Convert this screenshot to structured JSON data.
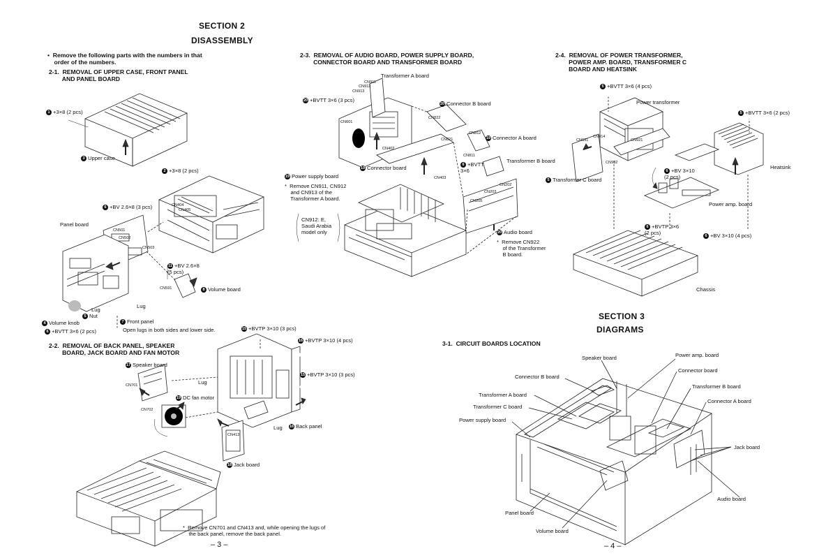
{
  "section2": {
    "heading": "SECTION 2",
    "title": "DISASSEMBLY"
  },
  "intro": "•  Remove the following parts with the numbers in that\n    order of the numbers.",
  "s21": {
    "heading": "2-1.  REMOVAL OF UPPER CASE, FRONT PANEL\n        AND PANEL BOARD",
    "labels": {
      "screw1": "+3×8 (2 pcs)",
      "upper_case": "Upper case",
      "screw2": "+3×8 (2 pcs)",
      "bv26": "+BV 2.6×8 (3 pcs)",
      "panel_board": "Panel board",
      "cn404": "CN404",
      "cn405": "CN405",
      "cn501": "CN501",
      "cn502": "CN502",
      "cn503": "CN503",
      "bv26b": "+BV 2.6×8\n(5 pcs)",
      "cn591": "CN591",
      "volume_board": "Volume board",
      "lug1": "Lug",
      "lug2": "Lug",
      "nut": "Nut",
      "volume_knob": "Volume knob",
      "front_panel": "Front panel",
      "bvtt36": "+BVTT 3×6 (2 pcs)",
      "open_lugs": "Open lugs in both sides and lower side."
    }
  },
  "s22": {
    "heading": "2-2.  REMOVAL OF BACK PANEL, SPEAKER\n        BOARD, JACK BOARD AND FAN MOTOR",
    "labels": {
      "bvtp1": "+BVTP 3×10 (3 pcs)",
      "bvtp2": "+BVTP 3×10 (4 pcs)",
      "bvtp3": "+BVTP 3×10 (3 pcs)",
      "speaker_board": "Speaker board",
      "cn701": "CN701",
      "cn702": "CN702",
      "dc_fan": "DC fan motor",
      "lug1": "Lug",
      "lug2": "Lug",
      "back_panel": "Back panel",
      "cn413": "CN413",
      "jack_board": "Jack board"
    },
    "note": "*  Remove CN701 and CN413 and, while opening the lugs of\n    the back panel, remove the back panel."
  },
  "s23": {
    "heading": "2-3.  REMOVAL OF AUDIO BOARD, POWER SUPPLY BOARD,\n        CONNECTOR BOARD AND TRANSFORMER BOARD",
    "labels": {
      "transformer_a": "Transformer A board",
      "cn911": "CN911",
      "cn912": "CN912",
      "cn913": "CN913",
      "bvtt36": "+BVTT 3×6 (3 pcs)",
      "connector_b": "Connector B board",
      "cn822": "CN822",
      "cn821": "CN821",
      "cn812": "CN812",
      "connector_a": "Connector A board",
      "cn811": "CN811",
      "bvtt36b": "+BVTT\n3×6",
      "transformer_b": "Transformer B board",
      "cn601": "CN601",
      "cn402": "CN402",
      "connector_board": "Connector board",
      "cn403": "CN403",
      "cn202": "CN202",
      "cn203": "CN203",
      "cn205": "CN205",
      "power_supply": "Power supply board",
      "audio_board": "Audio board"
    },
    "note1": "*  Remove CN911, CN912\n    and CN913 of the\n    Transformer A board.",
    "note2": "CN912: E,\nSaudi Arabia\nmodel only",
    "note3": "*  Remove CN922\n    of the Transformer\n    B board."
  },
  "s24": {
    "heading": "2-4.  REMOVAL OF POWER TRANSFORMER,\n        POWER AMP. BOARD, TRANSFORMER C\n        BOARD AND HEATSINK",
    "labels": {
      "bvtt36": "+BVTT 3×6 (4 pcs)",
      "power_transformer": "Power transformer",
      "bvtt36b": "+BVTT 3×6 (2 pcs)",
      "cn914": "CN914",
      "cn921": "CN921",
      "cn931": "CN931",
      "cn932": "CN932",
      "heatsink": "Heatsink",
      "transformer_c": "Transformer C board",
      "bv310": "+BV 3×10\n(2 pcs)",
      "power_amp": "Power amp. board",
      "bvtp36": "+BVTP 3×6\n(2 pcs)",
      "bv310b": "+BV 3×10 (4 pcs)",
      "chassis": "Chassis"
    }
  },
  "section3": {
    "heading": "SECTION 3",
    "title": "DIAGRAMS"
  },
  "s31": {
    "heading": "3-1.  CIRCUIT BOARDS LOCATION",
    "labels": {
      "speaker_board": "Speaker board",
      "power_amp": "Power amp. board",
      "connector_board": "Connector board",
      "connector_b": "Connector B board",
      "transformer_b": "Transformer B board",
      "transformer_a": "Transformer A board",
      "connector_a": "Connector A board",
      "transformer_c": "Transformer C board",
      "power_supply": "Power supply board",
      "jack_board": "Jack board",
      "audio_board": "Audio board",
      "panel_board": "Panel board",
      "volume_board": "Volume board"
    }
  },
  "pages": {
    "left": "– 3 –",
    "right": "– 4 –"
  }
}
